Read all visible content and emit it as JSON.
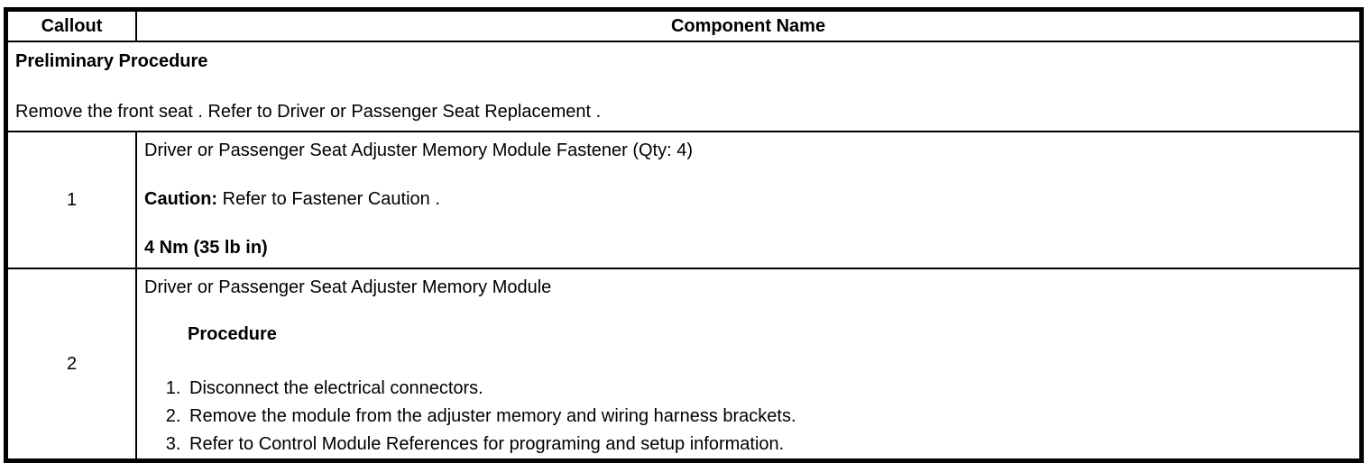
{
  "header": {
    "callout": "Callout",
    "component_name": "Component Name"
  },
  "preliminary": {
    "title": "Preliminary Procedure",
    "text": "Remove the front seat . Refer to Driver or Passenger Seat Replacement ."
  },
  "rows": [
    {
      "callout": "1",
      "name": "Driver or Passenger Seat Adjuster Memory Module Fastener (Qty: 4)",
      "caution_label": "Caution:",
      "caution_text": " Refer to Fastener Caution .",
      "torque": "4 Nm (35 lb in)"
    },
    {
      "callout": "2",
      "name": "Driver or Passenger Seat Adjuster Memory Module",
      "procedure_label": "Procedure",
      "steps": [
        "Disconnect the electrical connectors.",
        "Remove the module from the adjuster memory and wiring harness brackets.",
        "Refer to Control Module References for programing and setup information."
      ]
    }
  ],
  "colors": {
    "border": "#000000",
    "background": "#ffffff",
    "text": "#000000"
  }
}
